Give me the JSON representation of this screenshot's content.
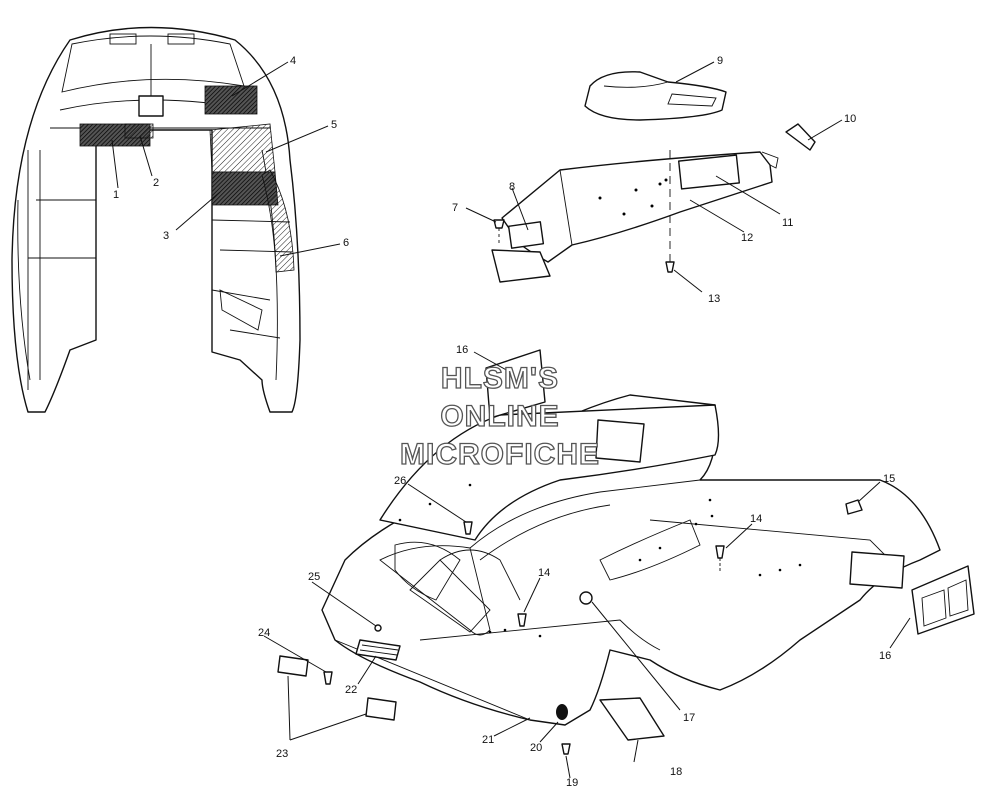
{
  "watermark": {
    "line1": "HLSM'S",
    "line2": "ONLINE",
    "line3": "MICROFICHE"
  },
  "callouts": [
    {
      "id": "c1",
      "label": "1"
    },
    {
      "id": "c2",
      "label": "2"
    },
    {
      "id": "c3",
      "label": "3"
    },
    {
      "id": "c4",
      "label": "4"
    },
    {
      "id": "c5",
      "label": "5"
    },
    {
      "id": "c6",
      "label": "6"
    },
    {
      "id": "c7",
      "label": "7"
    },
    {
      "id": "c8",
      "label": "8"
    },
    {
      "id": "c9",
      "label": "9"
    },
    {
      "id": "c10",
      "label": "10"
    },
    {
      "id": "c11",
      "label": "11"
    },
    {
      "id": "c12",
      "label": "12"
    },
    {
      "id": "c13",
      "label": "13"
    },
    {
      "id": "c14a",
      "label": "14"
    },
    {
      "id": "c14b",
      "label": "14"
    },
    {
      "id": "c15",
      "label": "15"
    },
    {
      "id": "c16a",
      "label": "16"
    },
    {
      "id": "c16b",
      "label": "16"
    },
    {
      "id": "c17",
      "label": "17"
    },
    {
      "id": "c18",
      "label": "18"
    },
    {
      "id": "c19",
      "label": "19"
    },
    {
      "id": "c20",
      "label": "20"
    },
    {
      "id": "c21",
      "label": "21"
    },
    {
      "id": "c22",
      "label": "22"
    },
    {
      "id": "c23",
      "label": "23"
    },
    {
      "id": "c24",
      "label": "24"
    },
    {
      "id": "c25",
      "label": "25"
    },
    {
      "id": "c26",
      "label": "26"
    }
  ]
}
